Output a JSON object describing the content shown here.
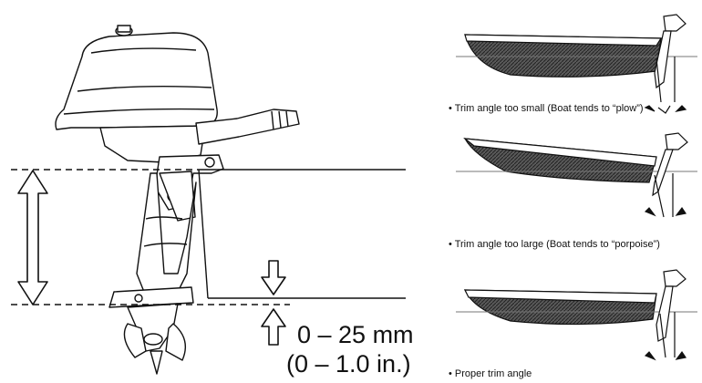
{
  "dimension": {
    "metric": "0 – 25 mm",
    "imperial": "(0 – 1.0 in.)"
  },
  "captions": [
    "• Trim angle too small (Boat tends to “plow”)",
    "• Trim angle too large (Boat tends to “porpoise”)",
    "• Proper trim angle"
  ],
  "colors": {
    "line": "#111111",
    "hull_fill": "#4a4a4a",
    "water": "#777777"
  }
}
